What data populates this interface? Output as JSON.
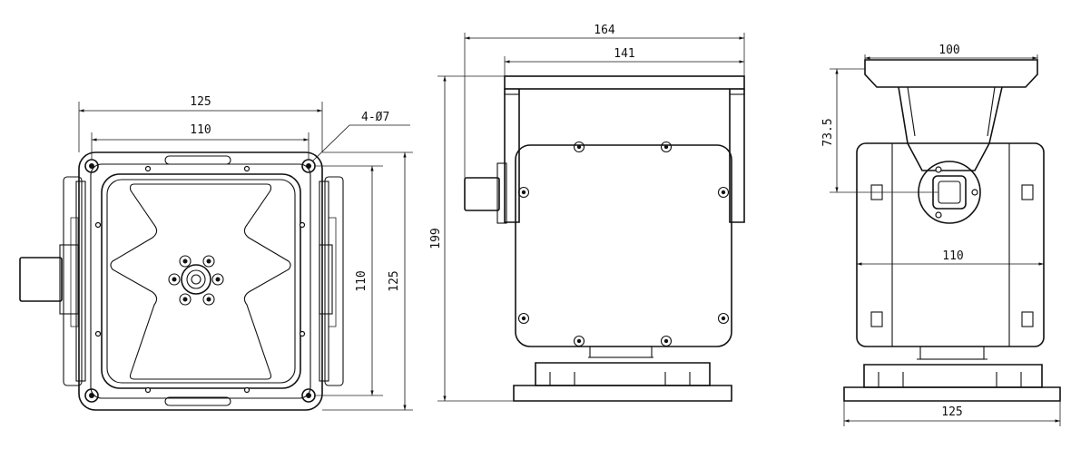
{
  "front_view": {
    "width_outer": "125",
    "width_inner": "110",
    "height_inner": "110",
    "height_outer": "125",
    "hole_callout": "4-Ø7"
  },
  "side_view": {
    "width_overall": "164",
    "width_bracket": "141",
    "height_overall": "199"
  },
  "right_view": {
    "width_top": "100",
    "height_top": "73.5",
    "width_body": "110",
    "width_base": "125"
  }
}
